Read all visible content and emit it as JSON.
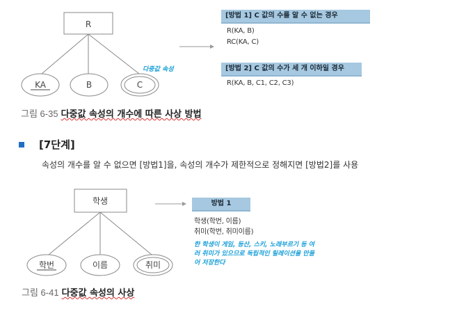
{
  "diagram1": {
    "entity": "R",
    "attributes": [
      "KA",
      "B",
      "C"
    ],
    "annotation": "다중값 속성",
    "method1": {
      "badge": "[방법 1] C 값의 수를 알 수 없는 경우",
      "relations": [
        "R(KA, B)",
        "RC(KA, C)"
      ]
    },
    "method2": {
      "badge": "[방법 2] C 값의 수가 세 개 이하일 경우",
      "relations": [
        "R(KA, B, C1, C2, C3)"
      ]
    },
    "caption_number": "그림 6-35",
    "caption_text": "다중값 속성의 개수에 따른 사상 방법"
  },
  "step": {
    "title": "[7단계]",
    "body": "속성의 개수를 알 수 없으면 [방법1]을, 속성의 개수가 제한적으로 정해지면 [방법2]를 사용"
  },
  "diagram2": {
    "entity": "학생",
    "attributes": [
      "학번",
      "이름",
      "취미"
    ],
    "method": {
      "badge": "방법 1",
      "relations": [
        "학생(학번, 이름)",
        "취미(학번, 취미이름)"
      ]
    },
    "note": "한 학생이 게임, 등산, 스키, 노래부르기 등 여러 취미가 있으므로 독립적인 릴레이션을 만들어 저장한다",
    "caption_number": "그림 6-41",
    "caption_text": "다중값 속성의 사상"
  },
  "colors": {
    "badge": "#a6c8e0",
    "accent": "#1f6fc5",
    "note": "#1aa0d8"
  }
}
